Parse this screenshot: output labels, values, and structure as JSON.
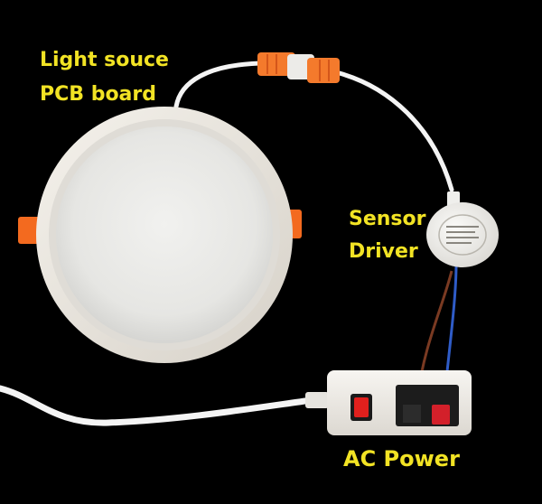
{
  "labels": {
    "light_source": "Light souce",
    "pcb_board": "PCB board",
    "sensor": "Sensor",
    "driver": "Driver",
    "ac_power": "AC Power"
  },
  "colors": {
    "background": "#000000",
    "label_text": "#f2e324",
    "panel_rim": "#e9e4dc",
    "panel_lens": "#ececea",
    "clip_orange": "#f36a1f",
    "connector_orange": "#f47a2c",
    "cable_white": "#f4f4f4",
    "wire_blue": "#2f5cc8",
    "wire_brown": "#7a3a22",
    "power_box": "#f3f1ec",
    "switch_red": "#e0201d",
    "terminal_black": "#1c1c1c",
    "terminal_red": "#d3202a"
  }
}
